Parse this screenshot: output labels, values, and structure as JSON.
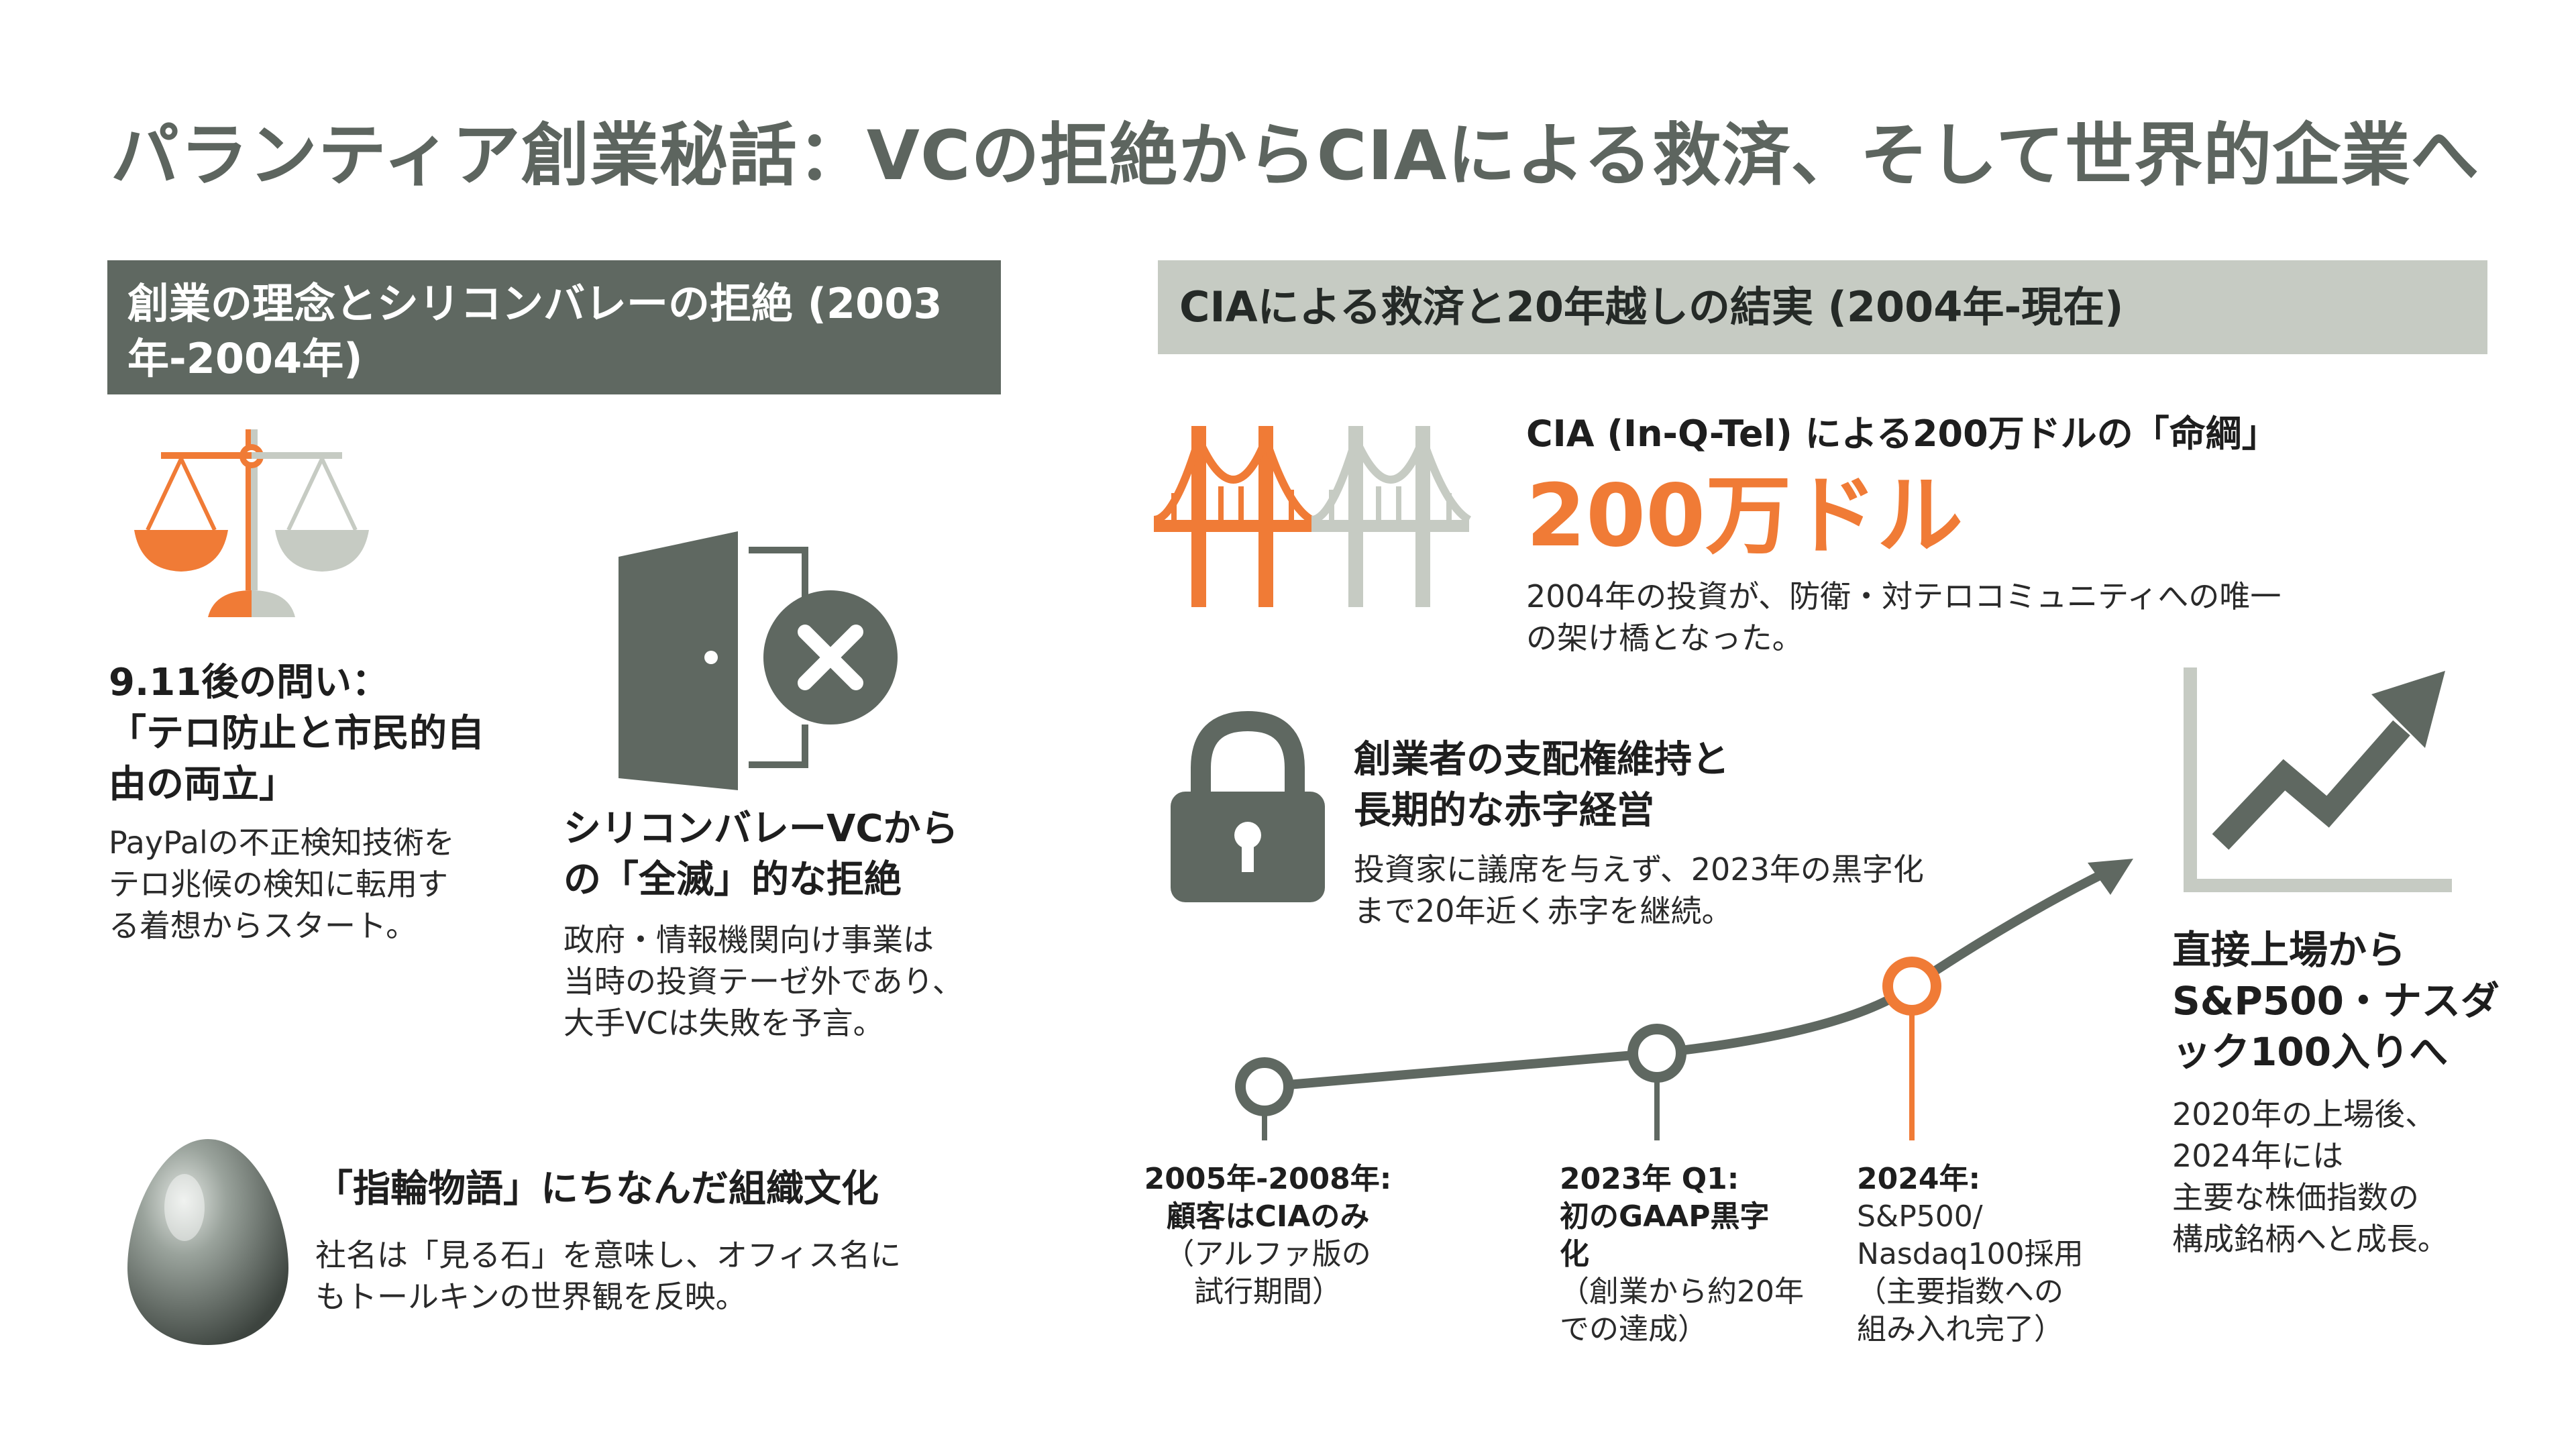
{
  "title": "パランティア創業秘話：VCの拒絶からCIAによる救済、そして世界的企業へ",
  "left_section": {
    "header": "創業の理念とシリコンバレーの拒絶 (2003年-2004年)",
    "question": {
      "heading_line1": "9.11後の問い：",
      "heading_line2": "「テロ防止と市民的自",
      "heading_line3": "由の両立」",
      "body_line1": "PayPalの不正検知技術を",
      "body_line2": "テロ兆候の検知に転用す",
      "body_line3": "る着想からスタート。"
    },
    "rejection": {
      "heading_line1": "シリコンバレーVCから",
      "heading_line2": "の「全滅」的な拒絶",
      "body_line1": "政府・情報機関向け事業は",
      "body_line2": "当時の投資テーゼ外であり、",
      "body_line3": "大手VCは失敗を予言。"
    },
    "culture": {
      "heading": "「指輪物語」にちなんだ組織文化",
      "body_line1": "社名は「見る石」を意味し、オフィス名に",
      "body_line2": "もトールキンの世界観を反映。"
    }
  },
  "right_section": {
    "header": "CIAによる救済と20年越しの結実 (2004年-現在)",
    "lifeline": {
      "heading": "CIA (In-Q-Tel) による200万ドルの「命綱」",
      "big_number": "200万ドル",
      "body_line1": "2004年の投資が、防衛・対テロコミュニティへの唯一",
      "body_line2": "の架け橋となった。"
    },
    "control": {
      "heading_line1": "創業者の支配権維持と",
      "heading_line2": "長期的な赤字経営",
      "body_line1": "投資家に議席を与えず、2023年の黒字化",
      "body_line2": "まで20年近く赤字を継続。"
    },
    "listing": {
      "heading_line1": "直接上場から",
      "heading_line2": "S&P500・ナスダ",
      "heading_line3": "ック100入りへ",
      "body_line1": "2020年の上場後、",
      "body_line2": "2024年には",
      "body_line3": "主要な株価指数の",
      "body_line4": "構成銘柄へと成長。"
    },
    "timeline": [
      {
        "title": "2005年-2008年:",
        "title2": "顧客はCIAのみ",
        "desc1": "（アルファ版の",
        "desc2": "試行期間）"
      },
      {
        "title": "2023年 Q1:",
        "title2": "初のGAAP黒字",
        "title3": "化",
        "desc1": "（創業から約20年",
        "desc2": "での達成）"
      },
      {
        "title": "2024年:",
        "desc0": "S&P500/",
        "desc0b": "Nasdaq100採用",
        "desc1": "（主要指数への",
        "desc2": "組み入れ完了）"
      }
    ]
  },
  "colors": {
    "accent_orange": "#f07b36",
    "dark_gray": "#5f6861",
    "light_gray": "#c6cbc3"
  },
  "icons": [
    "scales-icon",
    "door-reject-icon",
    "seeing-stone-icon",
    "bridge-icon",
    "padlock-icon",
    "growth-chart-icon"
  ]
}
